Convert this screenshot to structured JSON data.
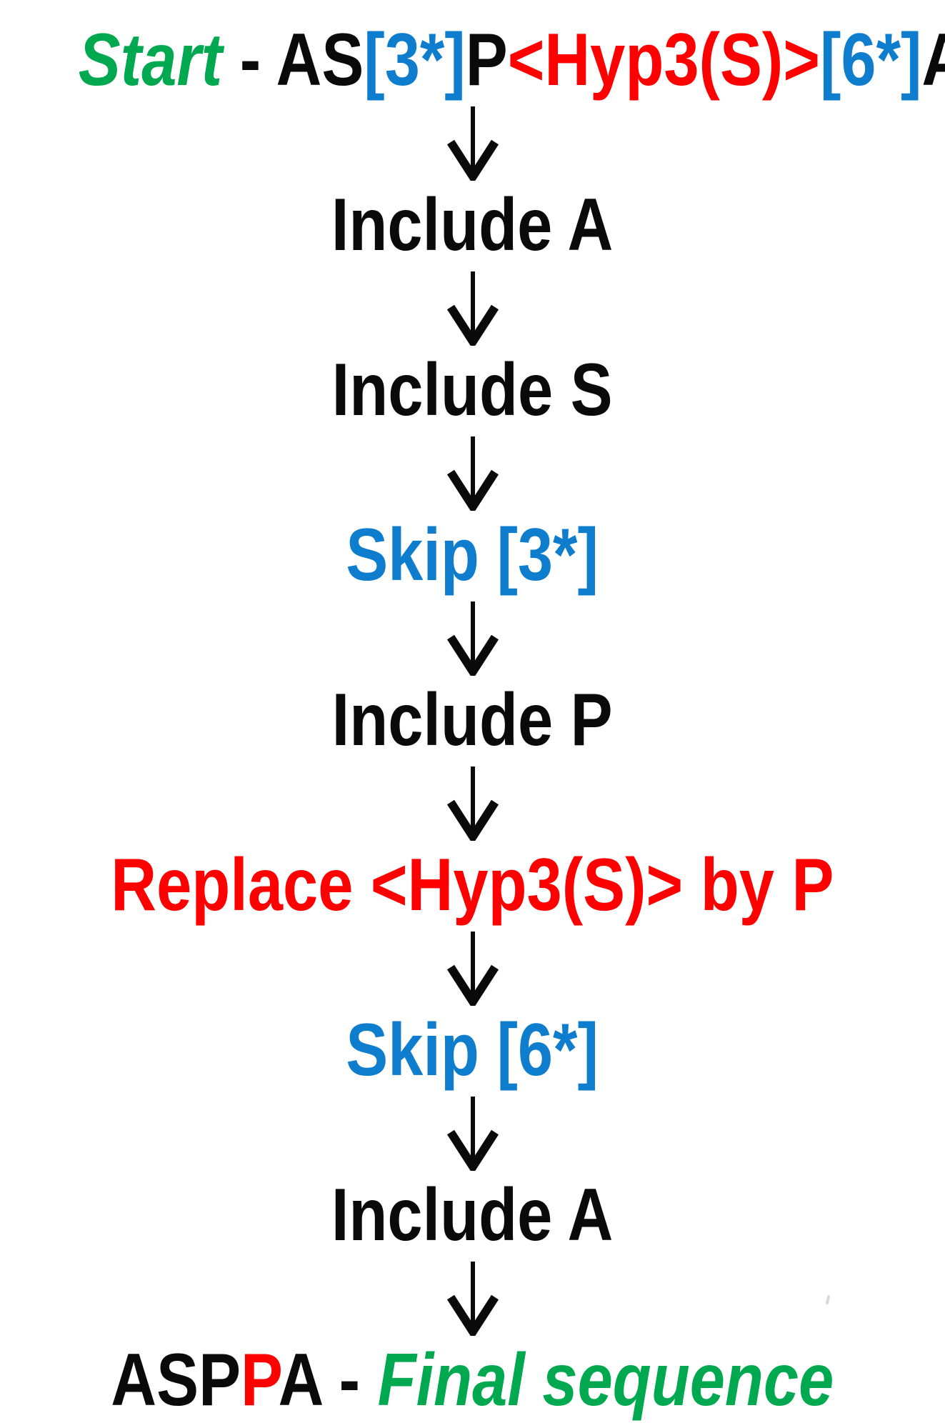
{
  "palette": {
    "green": "#00A84F",
    "blue": "#0F7DCE",
    "red": "#FF0000",
    "black": "#0A0A0A"
  },
  "flow": {
    "start_line": {
      "segments": [
        {
          "text": "Start",
          "color": "green",
          "style": "italic"
        },
        {
          "text": " - ",
          "color": "black"
        },
        {
          "text": "AS",
          "color": "black"
        },
        {
          "text": "[3*]",
          "color": "blue"
        },
        {
          "text": "P",
          "color": "black"
        },
        {
          "text": "<Hyp3(S)>",
          "color": "red"
        },
        {
          "text": "[6*]",
          "color": "blue"
        },
        {
          "text": "A",
          "color": "black"
        }
      ]
    },
    "steps": [
      {
        "label": "Include A",
        "color": "black"
      },
      {
        "label": "Include S",
        "color": "black"
      },
      {
        "label": "Skip [3*]",
        "color": "blue"
      },
      {
        "label": "Include P",
        "color": "black"
      },
      {
        "label": "Replace <Hyp3(S)> by P",
        "color": "red"
      },
      {
        "label": "Skip [6*]",
        "color": "blue"
      },
      {
        "label": "Include A",
        "color": "black"
      }
    ],
    "final_line": {
      "segments": [
        {
          "text": "ASP",
          "color": "black"
        },
        {
          "text": "P",
          "color": "red"
        },
        {
          "text": "A",
          "color": "black"
        },
        {
          "text": " - ",
          "color": "black"
        },
        {
          "text": "Final sequence",
          "color": "green",
          "style": "italic"
        }
      ]
    },
    "connector": "down-arrow"
  }
}
